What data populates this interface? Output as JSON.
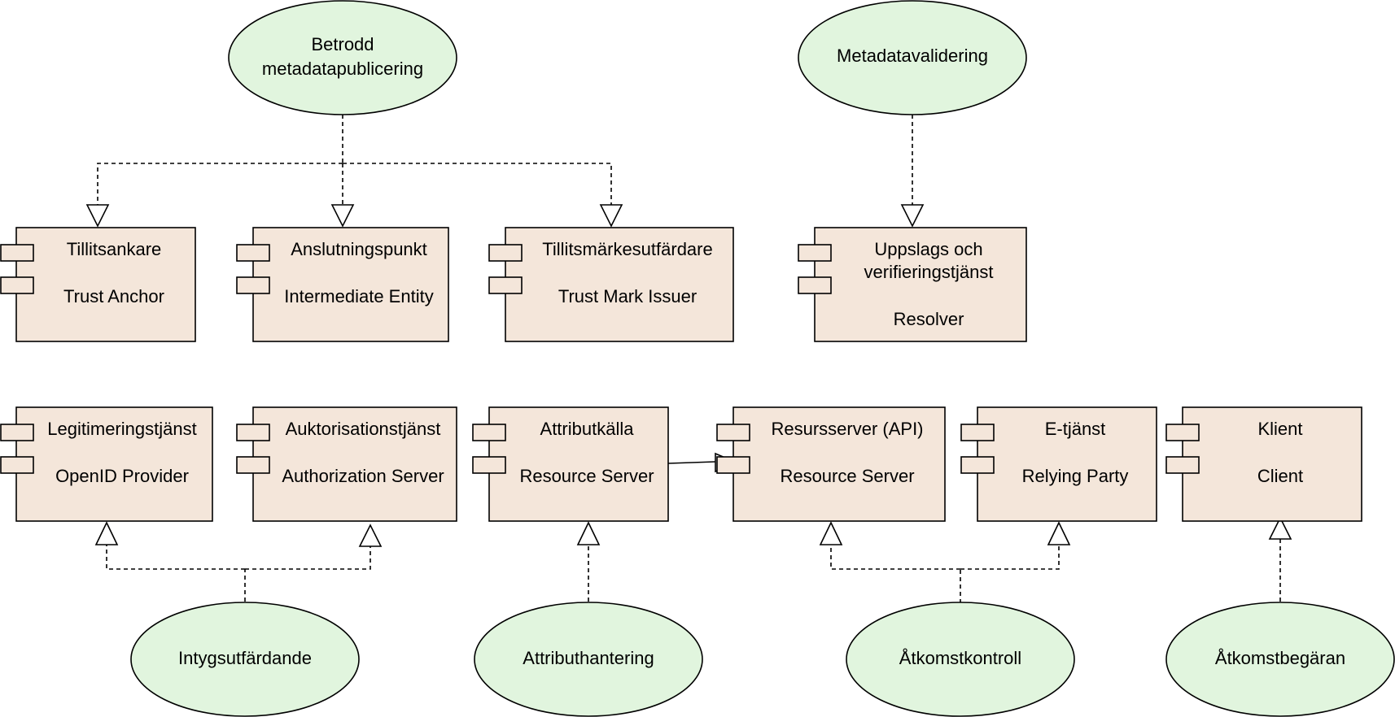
{
  "components": [
    {
      "id": "trust-anchor",
      "lines": [
        "Tillitsankare",
        "",
        "Trust Anchor"
      ]
    },
    {
      "id": "intermediate-entity",
      "lines": [
        "Anslutningspunkt",
        "",
        "Intermediate Entity"
      ]
    },
    {
      "id": "trust-mark-issuer",
      "lines": [
        "Tillitsmärkesutfärdare",
        "",
        "Trust Mark Issuer"
      ]
    },
    {
      "id": "resolver",
      "lines": [
        "Uppslags och",
        "verifieringstjänst",
        "",
        "Resolver"
      ]
    },
    {
      "id": "openid-provider",
      "lines": [
        "Legitimeringstjänst",
        "",
        "OpenID Provider"
      ]
    },
    {
      "id": "authorization-server",
      "lines": [
        "Auktorisationstjänst",
        "",
        "Authorization Server"
      ]
    },
    {
      "id": "attribute-source",
      "lines": [
        "Attributkälla",
        "",
        "Resource Server"
      ]
    },
    {
      "id": "resource-server-api",
      "lines": [
        "Resursserver (API)",
        "",
        "Resource Server"
      ]
    },
    {
      "id": "relying-party",
      "lines": [
        "E-tjänst",
        "",
        "Relying Party"
      ]
    },
    {
      "id": "client",
      "lines": [
        "Klient",
        "",
        "Client"
      ]
    }
  ],
  "capabilities": [
    {
      "id": "trusted-metadata-publishing",
      "lines": [
        "Betrodd",
        "metadatapublicering"
      ]
    },
    {
      "id": "metadata-validation",
      "lines": [
        "Metadatavalidering"
      ]
    },
    {
      "id": "credential-issuance",
      "lines": [
        "Intygsutfärdande"
      ]
    },
    {
      "id": "attribute-management",
      "lines": [
        "Attributhantering"
      ]
    },
    {
      "id": "access-control",
      "lines": [
        "Åtkomstkontroll"
      ]
    },
    {
      "id": "access-request",
      "lines": [
        "Åtkomstbegäran"
      ]
    }
  ],
  "colors": {
    "component_fill": "#f4e6da",
    "capability_fill": "#e1f5de",
    "stroke": "#000000"
  }
}
